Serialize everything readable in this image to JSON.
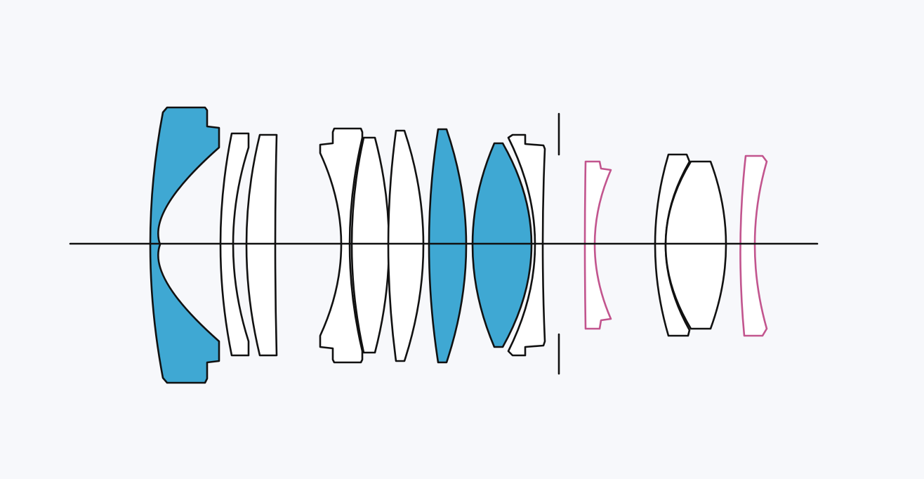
{
  "diagram": {
    "kind": "lens-optical-construction",
    "colors": {
      "background": "#f7f8fb",
      "outline": "#111111",
      "highlight_fill": "#3fa8d3",
      "plain_fill": "#ffffff",
      "special_outline": "#c2558e"
    },
    "elements": [
      {
        "id": 1,
        "highlight": true,
        "special": false
      },
      {
        "id": 2,
        "highlight": false,
        "special": false
      },
      {
        "id": 3,
        "highlight": false,
        "special": false
      },
      {
        "id": 4,
        "highlight": false,
        "special": false
      },
      {
        "id": 5,
        "highlight": false,
        "special": false
      },
      {
        "id": 6,
        "highlight": false,
        "special": false
      },
      {
        "id": 7,
        "highlight": true,
        "special": false
      },
      {
        "id": 8,
        "highlight": true,
        "special": false
      },
      {
        "id": 9,
        "highlight": false,
        "special": false
      },
      {
        "id": 10,
        "highlight": false,
        "special": true
      },
      {
        "id": 11,
        "highlight": false,
        "special": false
      },
      {
        "id": 12,
        "highlight": false,
        "special": false
      },
      {
        "id": 13,
        "highlight": false,
        "special": true
      }
    ],
    "has_optical_axis": true,
    "has_aperture_stop": true
  }
}
